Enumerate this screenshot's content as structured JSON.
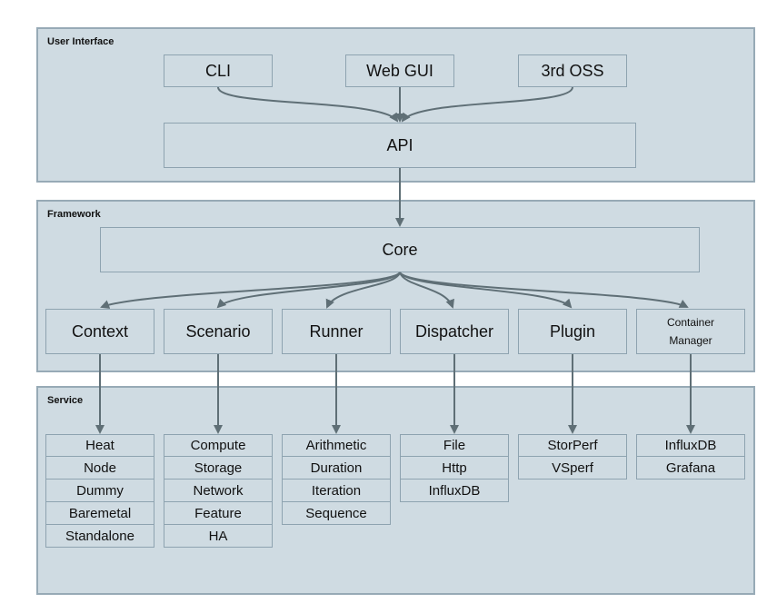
{
  "layers": {
    "ui": "User Interface",
    "framework": "Framework",
    "service": "Service"
  },
  "ui": {
    "clients": [
      "CLI",
      "Web GUI",
      "3rd OSS"
    ],
    "api": "API"
  },
  "framework": {
    "core": "Core",
    "modules": [
      "Context",
      "Scenario",
      "Runner",
      "Dispatcher",
      "Plugin"
    ],
    "container_manager": [
      "Container",
      "Manager"
    ]
  },
  "service": {
    "context": [
      "Heat",
      "Node",
      "Dummy",
      "Baremetal",
      "Standalone"
    ],
    "scenario": [
      "Compute",
      "Storage",
      "Network",
      "Feature",
      "HA"
    ],
    "runner": [
      "Arithmetic",
      "Duration",
      "Iteration",
      "Sequence"
    ],
    "dispatcher": [
      "File",
      "Http",
      "InfluxDB"
    ],
    "plugin": [
      "StorPerf",
      "VSperf"
    ],
    "container": [
      "InfluxDB",
      "Grafana"
    ]
  },
  "colors": {
    "fill": "#cfdbe2",
    "border": "#97aab6",
    "arrow": "#5f6f76"
  }
}
